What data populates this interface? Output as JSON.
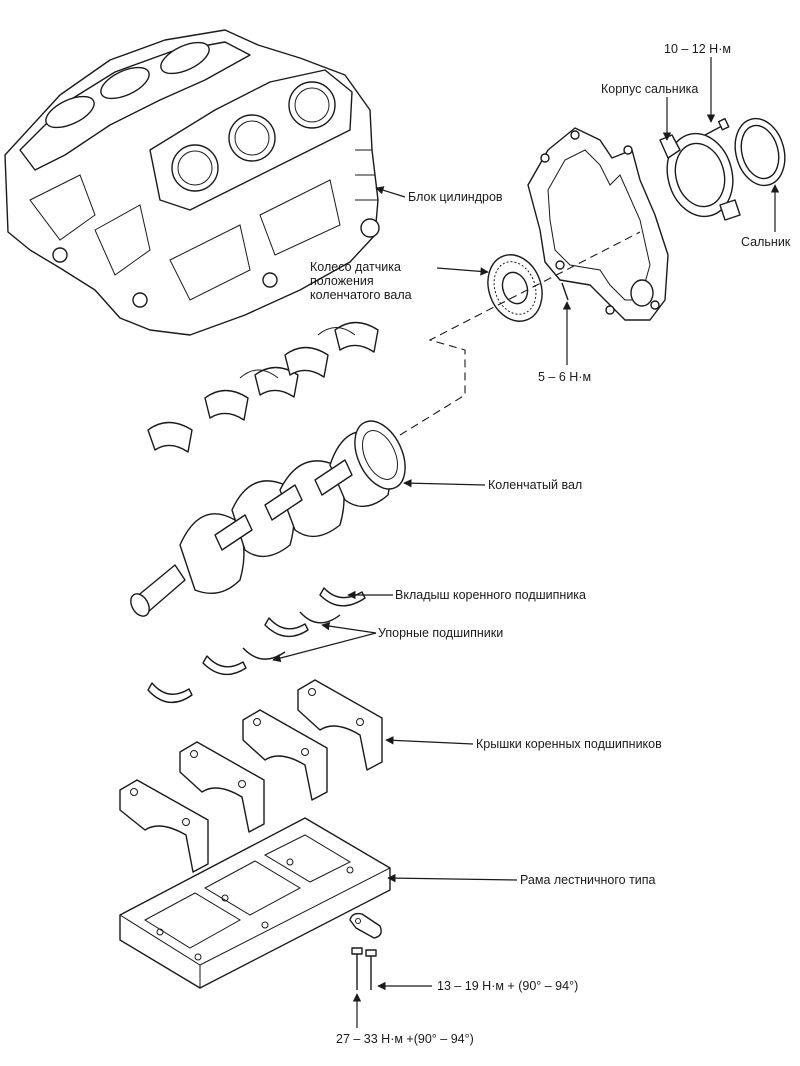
{
  "labels": {
    "cylinder_block": "Блок цилиндров",
    "seal_housing": "Корпус сальника",
    "seal_housing_torque": "10 – 12 Н·м",
    "oil_seal": "Сальник",
    "ckp_wheel_line1": "Колесо датчика",
    "ckp_wheel_line2": "положения",
    "ckp_wheel_line3": "коленчатого вала",
    "ckp_wheel_torque": "5 – 6 Н·м",
    "crankshaft": "Коленчатый вал",
    "main_bearing_shell": "Вкладыш коренного подшипника",
    "thrust_bearings": "Упорные подшипники",
    "main_bearing_caps": "Крышки коренных подшипников",
    "ladder_frame": "Рама лестничного типа",
    "frame_bolt_torque": "13 – 19 Н·м + (90° – 94°)",
    "cap_bolt_torque": "27 – 33 Н·м +(90° – 94°)"
  },
  "icons": {
    "arrow": "leader-arrow-icon",
    "bolt": "bolt-icon"
  },
  "colors": {
    "line": "#1a1a1a",
    "background": "#ffffff"
  }
}
